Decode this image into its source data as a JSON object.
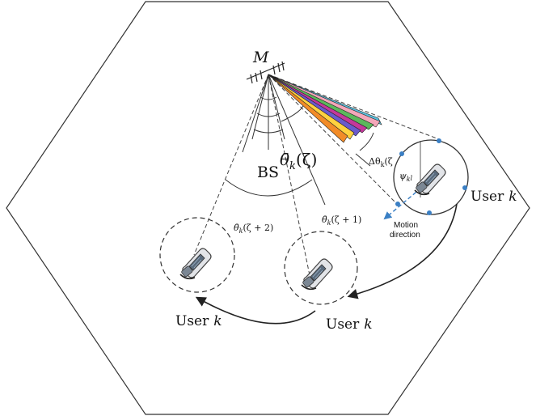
{
  "labels": {
    "antenna": "M",
    "bs": "BS",
    "theta_main": "θ̄",
    "theta_main_sub": "k",
    "theta_main_arg": "(ζ)",
    "delta_theta": "Δθ",
    "delta_theta_sub": "k",
    "delta_theta_arg": "(ζ",
    "psi": "ψ",
    "psi_sub": "k",
    "psi_sup": "l",
    "theta_plus1": "θ̄",
    "theta_plus1_sub": "k",
    "theta_plus1_arg": "(ζ + 1)",
    "theta_plus2": "θ̄",
    "theta_plus2_sub": "k",
    "theta_plus2_arg": "(ζ + 2)",
    "motion_line1": "Motion",
    "motion_line2": "direction",
    "user_word": "User",
    "user_k": "k"
  },
  "colors": {
    "outline": "#333333",
    "dash": "#444444",
    "accent": "#3a7fc4",
    "beams": [
      "#5bc0de",
      "#f4a7b9",
      "#5cb85c",
      "#c4389b",
      "#6a5acd",
      "#ffd23f",
      "#f28c28"
    ]
  },
  "icons": [
    "antenna-array-icon",
    "mobile-phone-icon"
  ]
}
